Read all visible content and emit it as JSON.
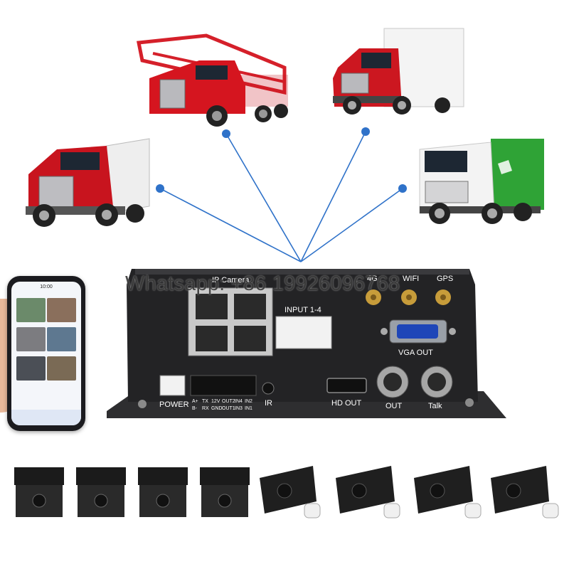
{
  "watermark": "Whatsapp: +86 19926096768",
  "device": {
    "labels": {
      "ip_camera": "IP Camera",
      "input": "INPUT 1-4",
      "ant_4g": "4G",
      "wifi": "WIFI",
      "gps": "GPS",
      "vga_out": "VGA OUT",
      "power": "POWER",
      "ir": "IR",
      "hd_out": "HD OUT",
      "out": "OUT",
      "talk": "Talk"
    },
    "pin_labels": {
      "row1": [
        "A+",
        "TX",
        "12V",
        "OUT2",
        "IN4",
        "IN2"
      ],
      "row2": [
        "B-",
        "RX",
        "GND",
        "OUT1",
        "IN3",
        "IN1"
      ]
    }
  },
  "phone": {
    "status_text": "10:00"
  },
  "colors": {
    "link_line": "#2f72c9",
    "device_body": "#2a2a2c",
    "truck_red": "#c8141e",
    "truck_green": "#2fa336"
  }
}
